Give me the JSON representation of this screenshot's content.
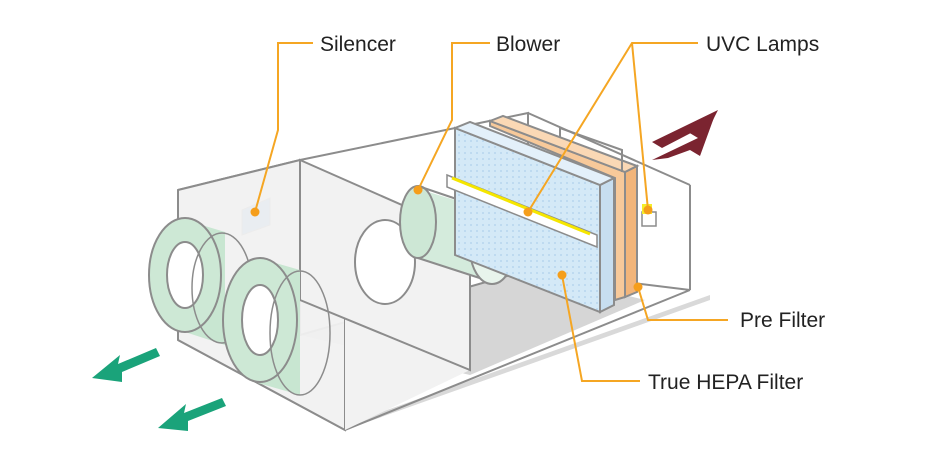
{
  "labels": {
    "silencer": "Silencer",
    "blower": "Blower",
    "uvc_lamps": "UVC Lamps",
    "pre_filter": "Pre Filter",
    "hepa_filter": "True HEPA Filter"
  },
  "colors": {
    "callout": "#f5a623",
    "dot": "#f59e1b",
    "inlet_arrow": "#7b2430",
    "outlet_arrow": "#1aa37a",
    "housing_line": "#8c8c8c",
    "floor": "#d6d6d6",
    "hepa_filter": "#d4e9f7",
    "pre_filter": "#f7c99a",
    "blower": "#dcefe2",
    "uv_lamp": "#f5ee2a"
  }
}
